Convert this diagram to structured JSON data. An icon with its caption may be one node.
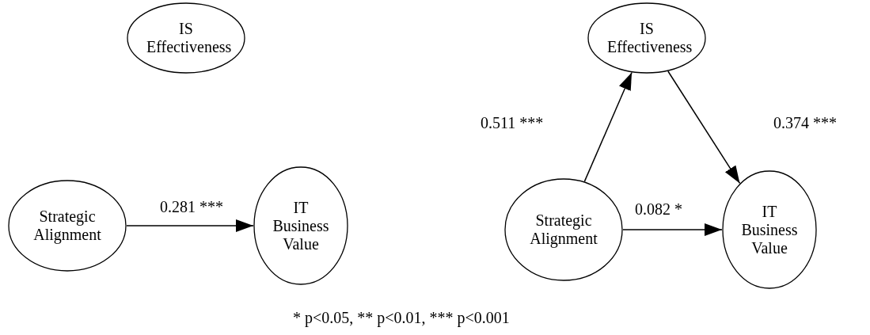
{
  "diagram": {
    "nodes": [
      {
        "text": [
          "IS Effectiveness"
        ]
      },
      {
        "text": [
          "Strategic Alignment"
        ]
      },
      {
        "text": [
          "IT Business Value"
        ]
      },
      {
        "text": [
          "IS Effectiveness"
        ]
      },
      {
        "text": [
          "Strategic Alignment"
        ]
      },
      {
        "text": [
          "IT Business Value"
        ]
      }
    ],
    "edges": [
      {
        "from": 1,
        "to": 2,
        "arrow": "to",
        "label": "0.281 ***"
      },
      {
        "from": 4,
        "to": 3,
        "arrow": "to",
        "label": "0.511 ***"
      },
      {
        "from": 3,
        "to": 5,
        "arrow": "to",
        "label": "0.374 ***"
      },
      {
        "from": 4,
        "to": 5,
        "arrow": "to",
        "label": "0.082 *"
      }
    ],
    "labels": [
      "* p<0.05, ** p<0.01, *** p<0.001"
    ]
  }
}
